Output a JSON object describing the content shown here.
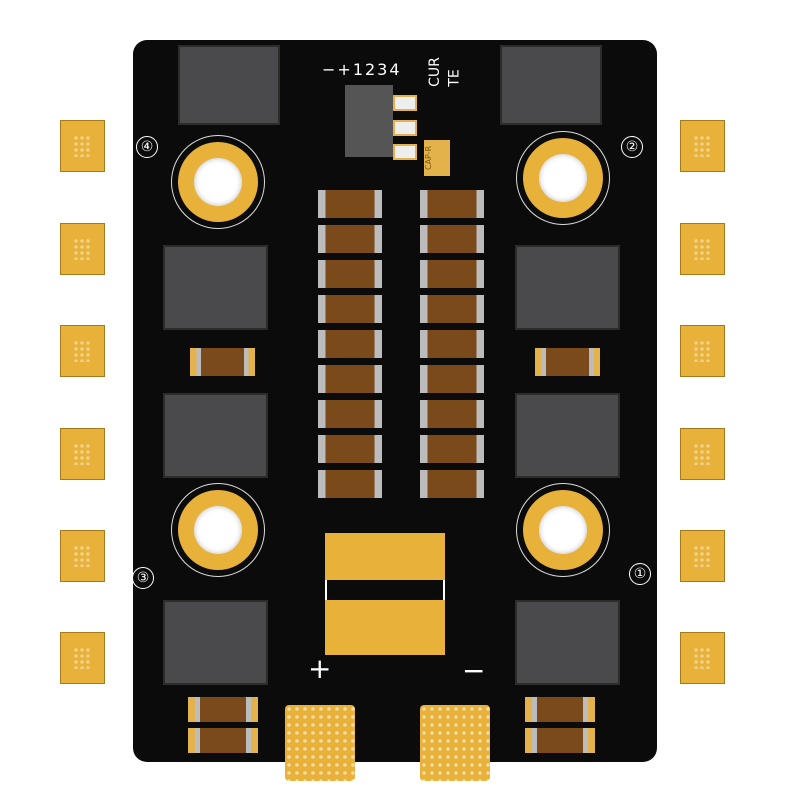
{
  "silkscreen": {
    "pin_labels": "−+1234",
    "cur_label": "CUR",
    "te_label": "TE",
    "cap_label": "CAP-R",
    "motor_labels": [
      "①",
      "②",
      "③",
      "④"
    ],
    "plus": "+",
    "minus": "−"
  },
  "colors": {
    "board": "#0b0b0b",
    "gold": "#e8b23a",
    "mosfet": "#4a4a4c",
    "capacitor": "#7a4a1a"
  }
}
